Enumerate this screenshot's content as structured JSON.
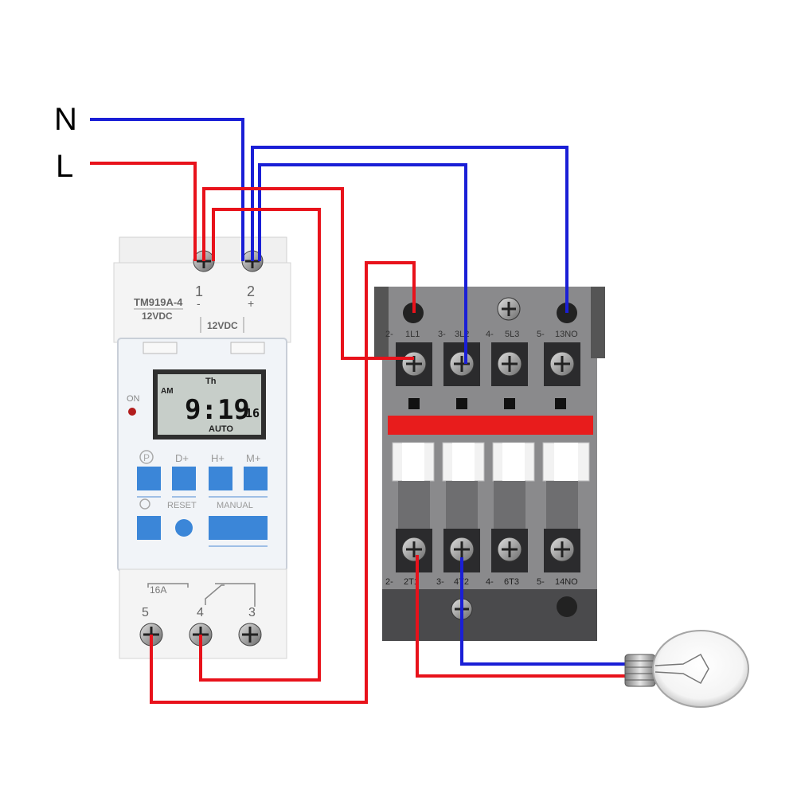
{
  "supply": {
    "neutral_label": "N",
    "live_label": "L"
  },
  "timer": {
    "model": "TM919A-4",
    "supply_label": "12VDC",
    "supply_label_2": "12VDC",
    "terminal_1": "1",
    "terminal_1_sign": "-",
    "terminal_2": "2",
    "terminal_2_sign": "+",
    "on_label": "ON",
    "display": {
      "am": "AM",
      "day": "Th",
      "time": "9:19",
      "seconds": "16",
      "mode": "AUTO"
    },
    "buttons": {
      "p": "P",
      "d_plus": "D+",
      "h_plus": "H+",
      "m_plus": "M+",
      "reset": "RESET",
      "manual": "MANUAL"
    },
    "rating": "16A",
    "terminal_5": "5",
    "terminal_4": "4",
    "terminal_3": "3"
  },
  "contactor": {
    "top_labels": [
      "1L1",
      "3L2",
      "5L3",
      "13NO"
    ],
    "top_numbers": [
      "2-",
      "3-",
      "4-",
      "5-"
    ],
    "bottom_labels": [
      "2T1",
      "4T2",
      "6T3",
      "14NO"
    ],
    "bottom_numbers": [
      "2-",
      "3-",
      "4-",
      "5-"
    ]
  },
  "colors": {
    "neutral_wire": "#1a1fd6",
    "live_wire": "#e8121b",
    "contactor_body": "#8a8a8c",
    "contactor_red_band": "#e81c1c",
    "timer_button": "#3b86d8"
  }
}
